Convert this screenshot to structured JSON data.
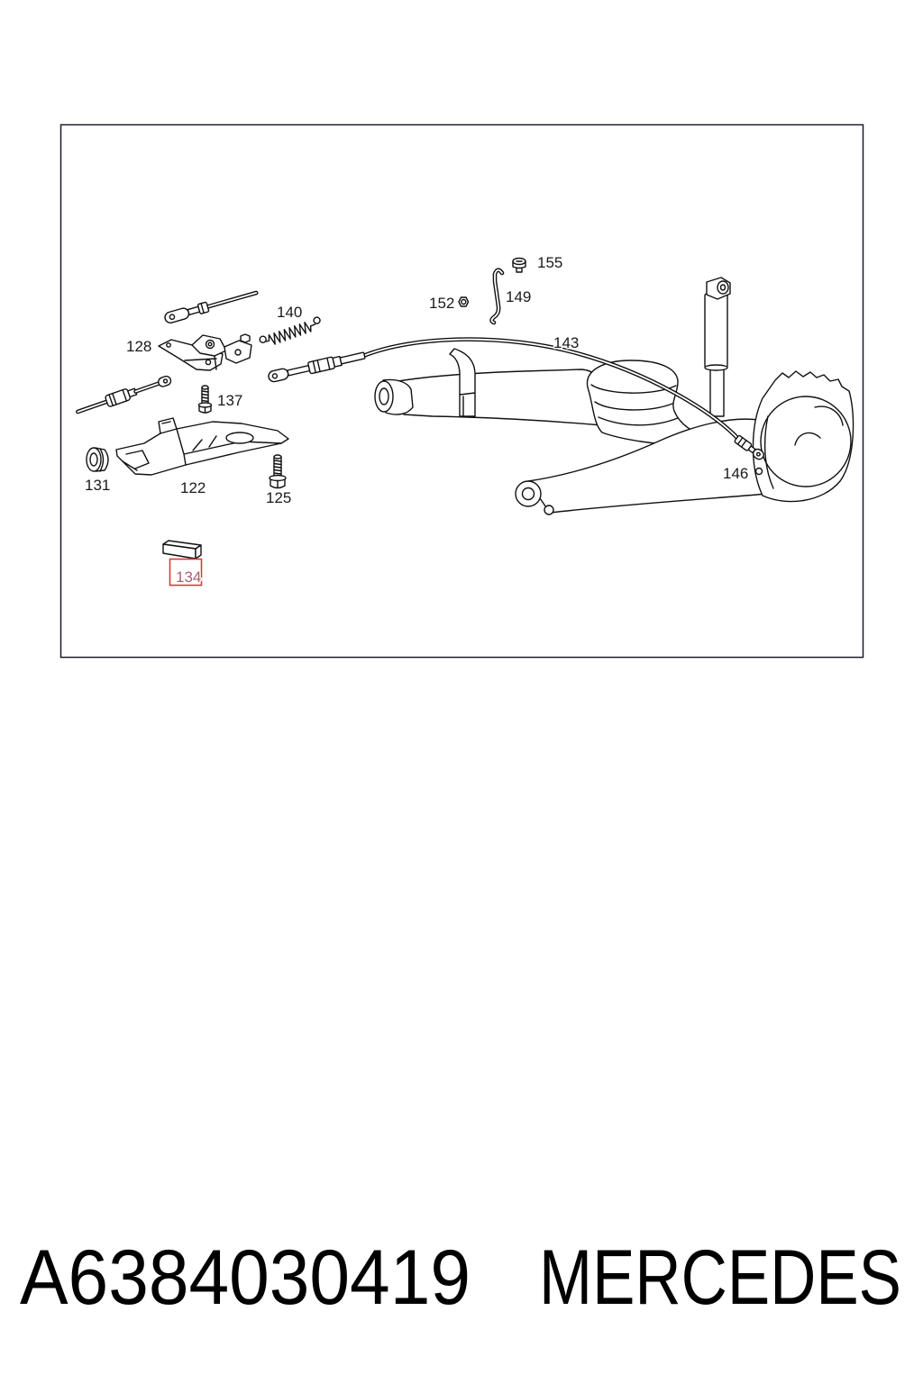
{
  "diagram": {
    "callouts": [
      "155",
      "149",
      "152",
      "140",
      "143",
      "128",
      "137",
      "146",
      "131",
      "122",
      "125",
      "134"
    ],
    "highlight_color": "#d83a3a"
  },
  "caption": {
    "part_number": "A6384030419",
    "brand": "MERCEDES"
  }
}
